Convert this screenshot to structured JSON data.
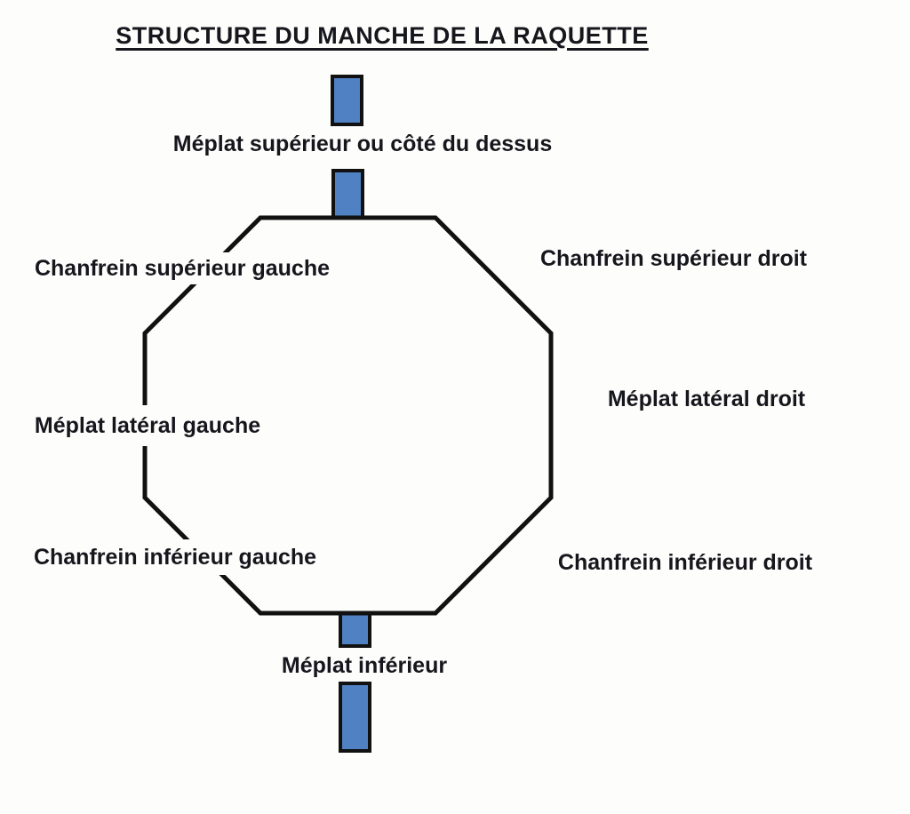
{
  "title": "STRUCTURE DU MANCHE DE LA RAQUETTE",
  "diagram": {
    "labels": {
      "meplat_superieur": "Méplat supérieur ou côté du dessus",
      "chanfrein_superieur_gauche": "Chanfrein supérieur gauche",
      "chanfrein_superieur_droit": "Chanfrein supérieur droit",
      "meplat_lateral_gauche": "Méplat latéral gauche",
      "meplat_lateral_droit": "Méplat latéral droit",
      "chanfrein_inferieur_gauche": "Chanfrein inférieur gauche",
      "chanfrein_inferieur_droit": "Chanfrein inférieur droit",
      "meplat_inferieur": "Méplat inférieur"
    },
    "shapes": {
      "octagon": "handle-cross-section-outline",
      "top_bar": "vertical-axis-bar-top",
      "bottom_bar": "vertical-axis-bar-bottom"
    }
  },
  "colors": {
    "accent_blue": "#5082c3",
    "line_black": "#111111",
    "background": "#fdfdfb",
    "text": "#16161d"
  }
}
